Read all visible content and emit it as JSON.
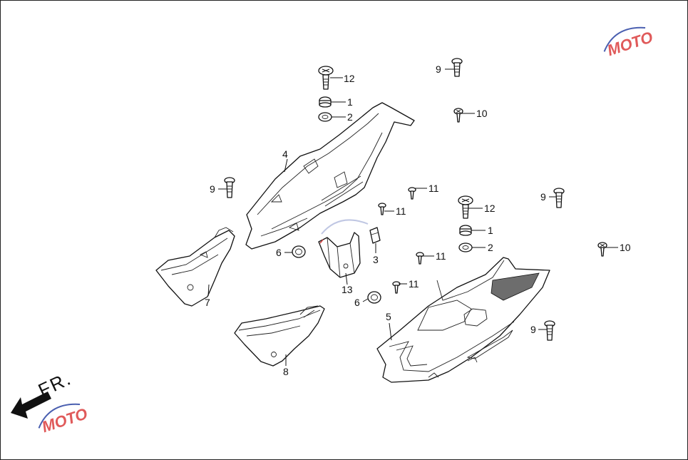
{
  "diagram": {
    "direction_label": "FR.",
    "callouts": [
      {
        "id": "c12a",
        "text": "12"
      },
      {
        "id": "c1a",
        "text": "1"
      },
      {
        "id": "c2a",
        "text": "2"
      },
      {
        "id": "c4",
        "text": "4"
      },
      {
        "id": "c9a",
        "text": "9"
      },
      {
        "id": "c9b",
        "text": "9"
      },
      {
        "id": "c10a",
        "text": "10"
      },
      {
        "id": "c11a",
        "text": "11"
      },
      {
        "id": "c11b",
        "text": "11"
      },
      {
        "id": "c11c",
        "text": "11"
      },
      {
        "id": "c11d",
        "text": "11"
      },
      {
        "id": "c12b",
        "text": "12"
      },
      {
        "id": "c1b",
        "text": "1"
      },
      {
        "id": "c2b",
        "text": "2"
      },
      {
        "id": "c9c",
        "text": "9"
      },
      {
        "id": "c10b",
        "text": "10"
      },
      {
        "id": "c6a",
        "text": "6"
      },
      {
        "id": "c3",
        "text": "3"
      },
      {
        "id": "c13",
        "text": "13"
      },
      {
        "id": "c7",
        "text": "7"
      },
      {
        "id": "c6b",
        "text": "6"
      },
      {
        "id": "c5",
        "text": "5"
      },
      {
        "id": "c9d",
        "text": "9"
      },
      {
        "id": "c8",
        "text": "8"
      }
    ],
    "watermark": {
      "text": "MOTO"
    },
    "colors": {
      "line": "#111111",
      "watermark_red": "#e05a5a",
      "watermark_blue": "#4a5fb0",
      "shade": "#6d6d6d"
    }
  }
}
